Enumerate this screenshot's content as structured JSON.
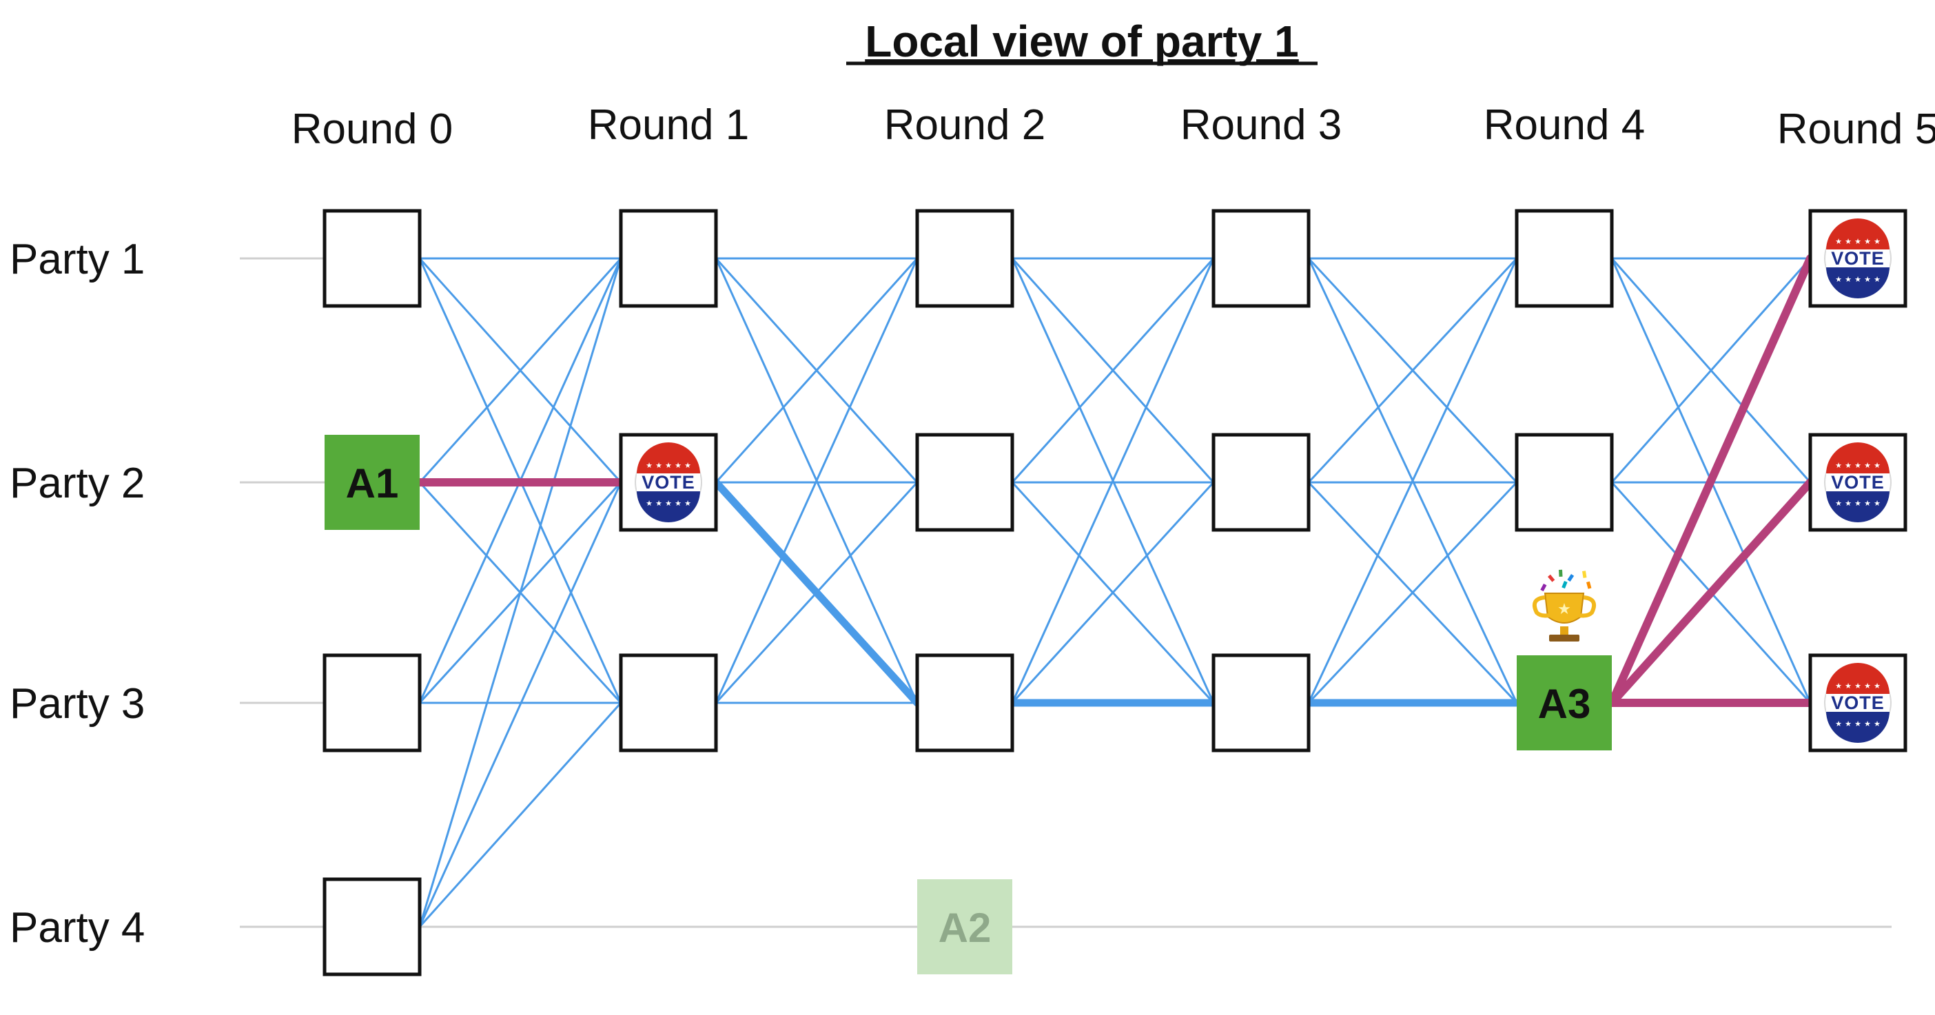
{
  "title": "Local view of party 1",
  "rounds": [
    "Round 0",
    "Round 1",
    "Round 2",
    "Round 3",
    "Round 4",
    "Round 5"
  ],
  "parties": [
    "Party 1",
    "Party 2",
    "Party 3",
    "Party 4"
  ],
  "vote_label": "VOTE",
  "nodes": [
    {
      "round": 0,
      "party": 1,
      "kind": "box"
    },
    {
      "round": 0,
      "party": 2,
      "kind": "leader",
      "label": "A1"
    },
    {
      "round": 0,
      "party": 3,
      "kind": "box"
    },
    {
      "round": 0,
      "party": 4,
      "kind": "box"
    },
    {
      "round": 1,
      "party": 1,
      "kind": "box"
    },
    {
      "round": 1,
      "party": 2,
      "kind": "vote"
    },
    {
      "round": 1,
      "party": 3,
      "kind": "box"
    },
    {
      "round": 2,
      "party": 1,
      "kind": "box"
    },
    {
      "round": 2,
      "party": 2,
      "kind": "box"
    },
    {
      "round": 2,
      "party": 3,
      "kind": "box"
    },
    {
      "round": 2,
      "party": 4,
      "kind": "faded-leader",
      "label": "A2"
    },
    {
      "round": 3,
      "party": 1,
      "kind": "box"
    },
    {
      "round": 3,
      "party": 2,
      "kind": "box"
    },
    {
      "round": 3,
      "party": 3,
      "kind": "box"
    },
    {
      "round": 4,
      "party": 1,
      "kind": "box"
    },
    {
      "round": 4,
      "party": 2,
      "kind": "box"
    },
    {
      "round": 4,
      "party": 3,
      "kind": "leader",
      "label": "A3",
      "trophy": true
    },
    {
      "round": 5,
      "party": 1,
      "kind": "vote"
    },
    {
      "round": 5,
      "party": 2,
      "kind": "vote"
    },
    {
      "round": 5,
      "party": 3,
      "kind": "vote"
    }
  ],
  "thick_blue_path": [
    [
      1,
      2
    ],
    [
      2,
      3
    ],
    [
      3,
      3
    ],
    [
      4,
      3
    ]
  ],
  "magenta_edges": [
    [
      [
        0,
        2
      ],
      [
        1,
        2
      ]
    ],
    [
      [
        4,
        3
      ],
      [
        5,
        1
      ]
    ],
    [
      [
        4,
        3
      ],
      [
        5,
        2
      ]
    ],
    [
      [
        4,
        3
      ],
      [
        5,
        3
      ]
    ]
  ],
  "colors": {
    "edge": "#4a9be8",
    "thick_edge": "#4a9be8",
    "vote_edge": "#b5407a",
    "leader": "#56ab3a",
    "faded_leader": "#c8e3bf",
    "faded_leader_text": "#8fa98a",
    "timeline": "#cfcfcf",
    "box_stroke": "#111111"
  },
  "icons": {
    "vote": "vote-badge-icon",
    "trophy": "trophy-icon"
  }
}
